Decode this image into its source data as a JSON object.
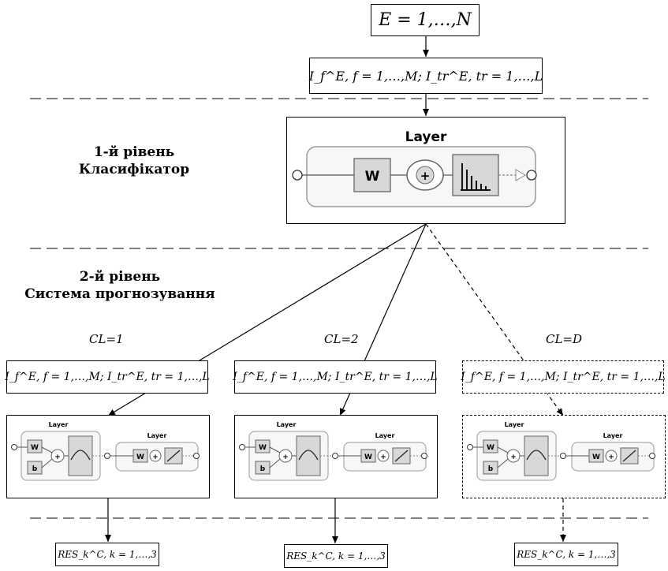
{
  "top": {
    "e_expression": "E = 1,…,N",
    "index_expression": "I_f^E, f = 1,…,M; I_tr^E, tr = 1,…,L"
  },
  "level1": {
    "label_line1": "1-й рівень",
    "label_line2": "Класифікатор",
    "layer_title": "Layer",
    "weight_symbol": "W",
    "sum_symbol": "+"
  },
  "level2": {
    "label_line1": "2-й рівень",
    "label_line2": "Система прогнозування"
  },
  "branches": [
    {
      "cl_label": "CL=1",
      "input_expression": "I_f^E, f = 1,…,M; I_tr^E, tr = 1,…,L",
      "net": {
        "layer1_title": "Layer",
        "layer2_title": "Layer",
        "w": "W",
        "b": "b",
        "plus": "+"
      },
      "result": "RES_k^C, k = 1,…,3",
      "style": "solid"
    },
    {
      "cl_label": "CL=2",
      "input_expression": "I_f^E, f = 1,…,M; I_tr^E, tr = 1,…,L",
      "net": {
        "layer1_title": "Layer",
        "layer2_title": "Layer",
        "w": "W",
        "b": "b",
        "plus": "+"
      },
      "result": "RES_k^C, k = 1,…,3",
      "style": "solid"
    },
    {
      "cl_label": "CL=D",
      "input_expression": "I_f^E, f = 1,…,M; I_tr^E, tr = 1,…,L",
      "net": {
        "layer1_title": "Layer",
        "layer2_title": "Layer",
        "w": "W",
        "b": "b",
        "plus": "+"
      },
      "result": "RES_k^C, k = 1,…,3",
      "style": "dashed"
    }
  ]
}
